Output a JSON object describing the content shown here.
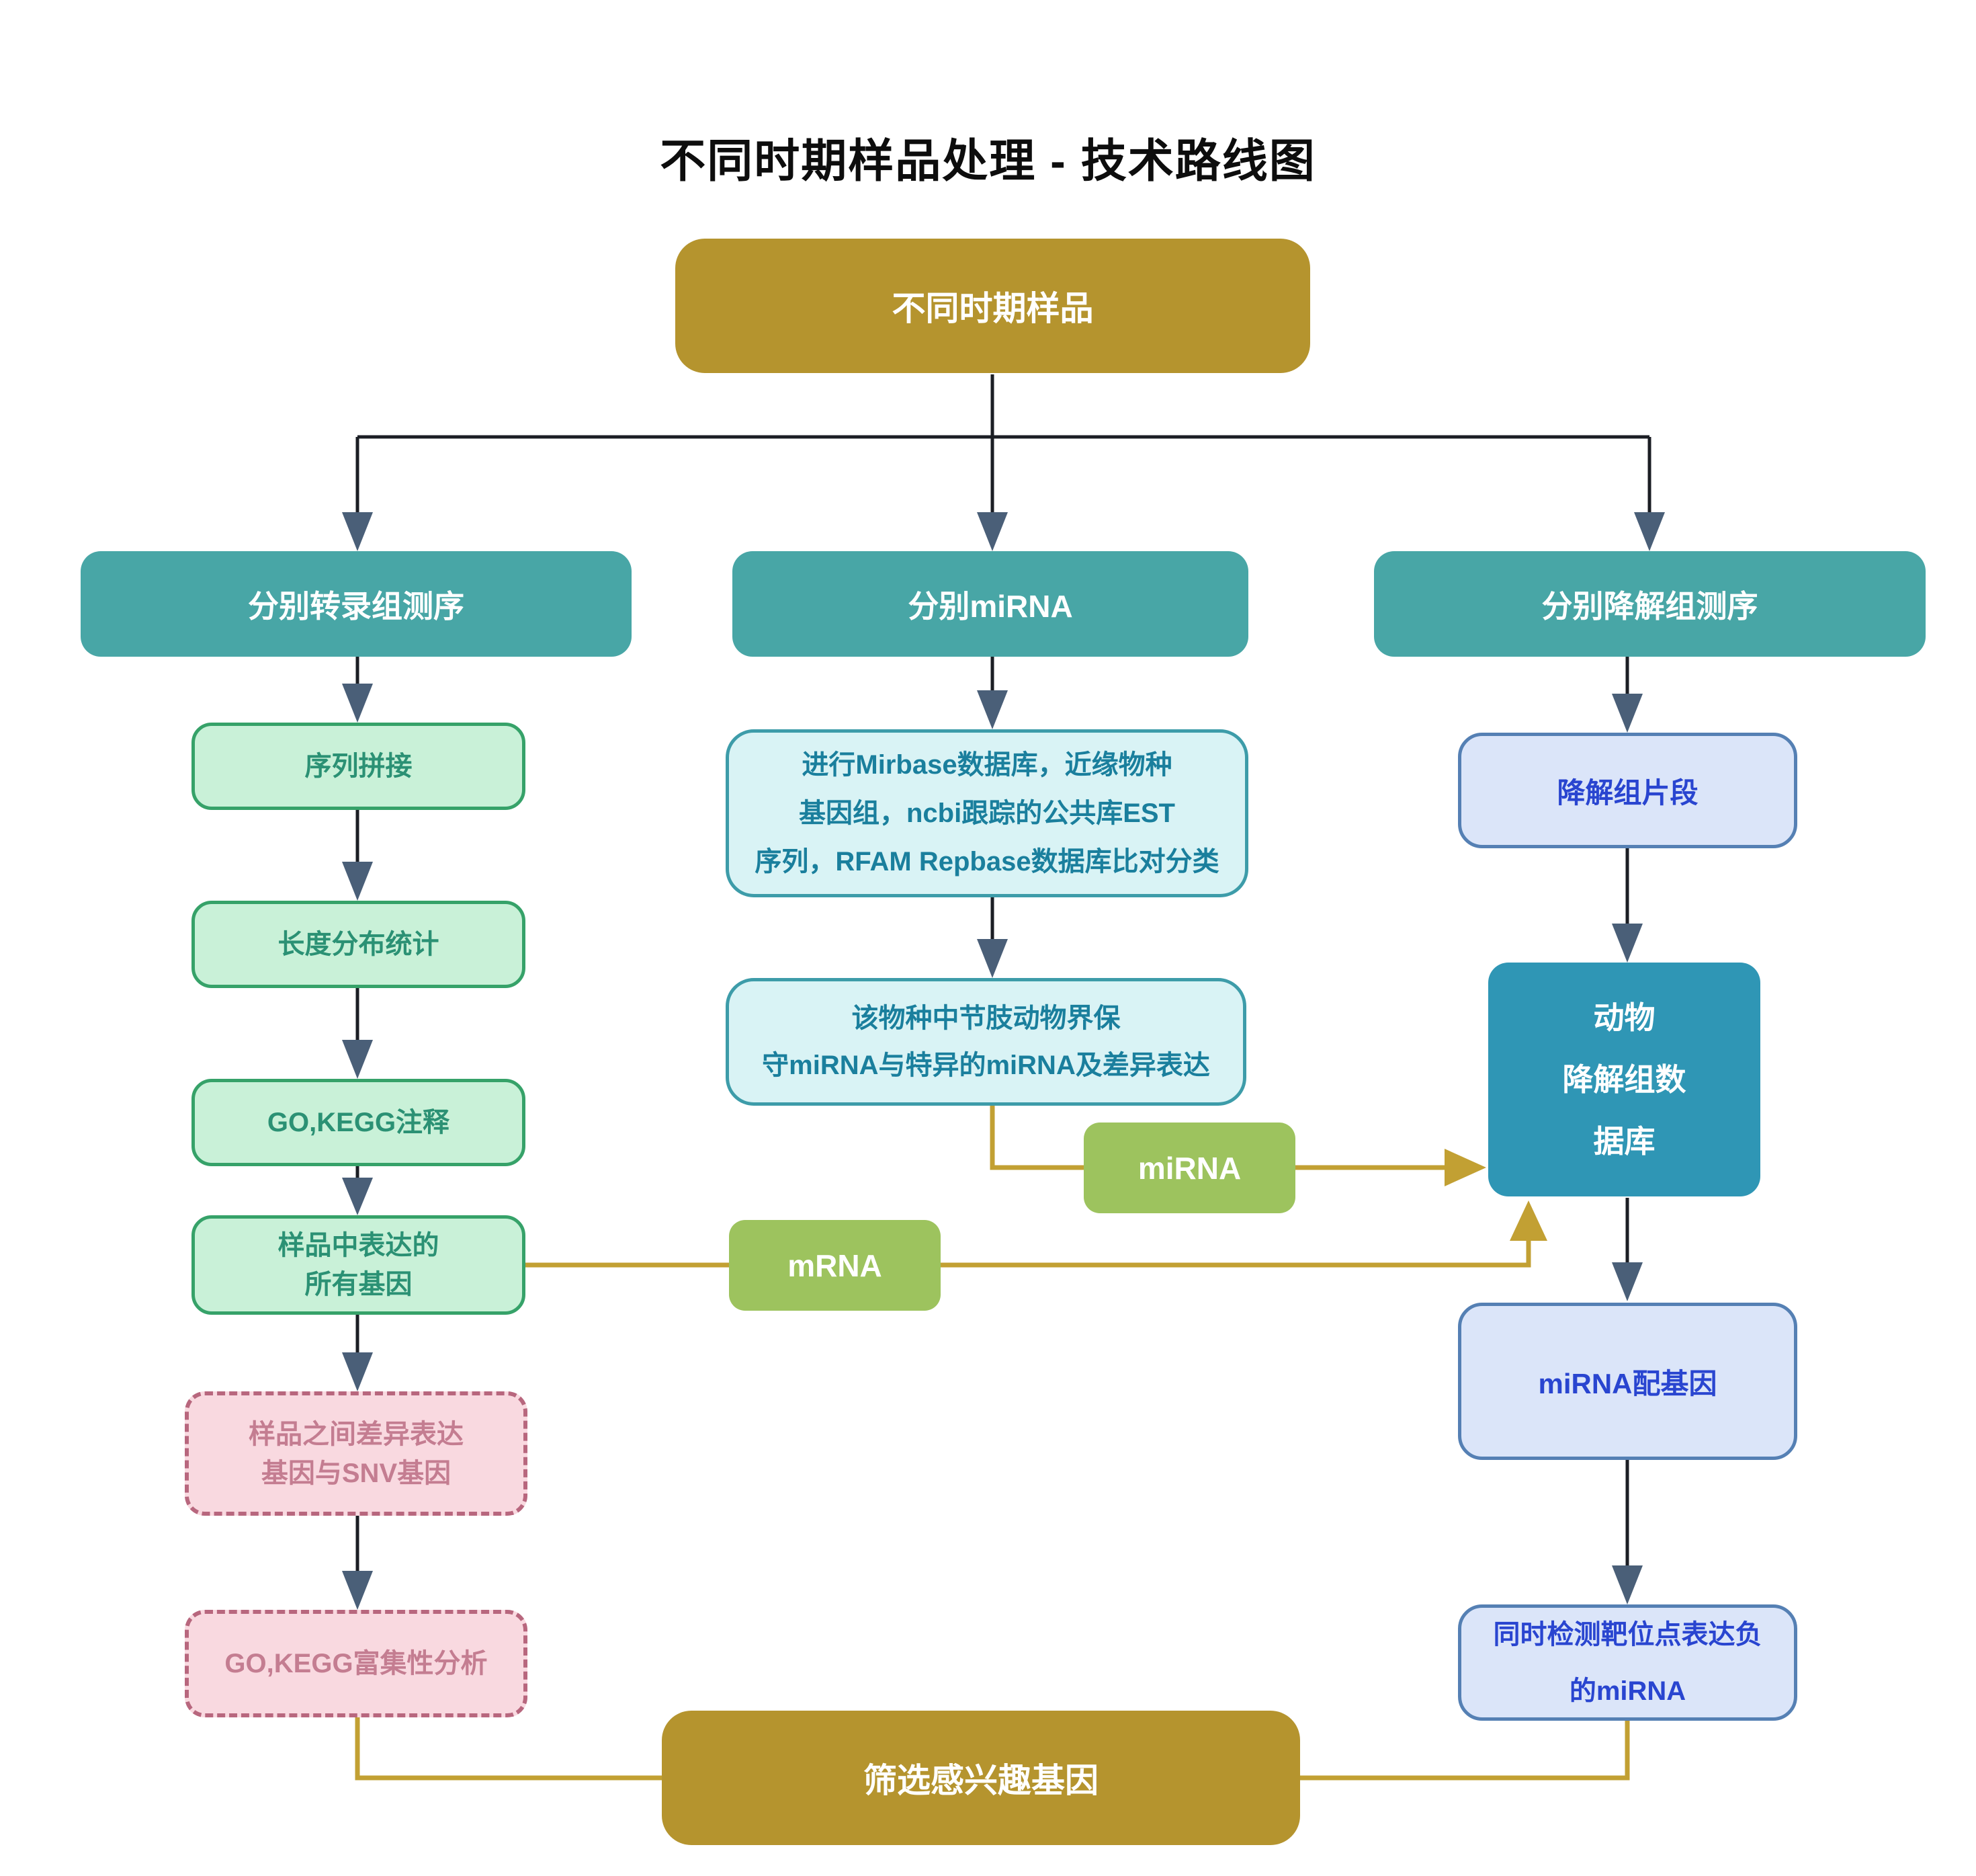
{
  "title": "不同时期样品处理 - 技术路线图",
  "colors": {
    "gold_node": "#b5942e",
    "gold_line": "#c2a033",
    "teal_branch": "#48a6a6",
    "green_fill": "#c9f1d8",
    "green_border": "#36a269",
    "green_text": "#2b9174",
    "pink_fill": "#f9d9e0",
    "pink_border": "#b8677e",
    "cyan_fill": "#d9f3f5",
    "cyan_border": "#3d9ca9",
    "blue_fill": "#dbe5f9",
    "blue_border": "#5580b4",
    "blue_text": "#2945d0",
    "dark_teal_fill": "#2f96b5",
    "tag_green": "#9dc35e",
    "arrow_head": "#4a5f78",
    "dark_line": "#1b1e24"
  },
  "nodes": {
    "source": "不同时期样品",
    "branch_transcriptome": "分别转录组测序",
    "branch_mirna": "分别miRNA",
    "branch_degradome": "分别降解组测序",
    "seq_assembly": "序列拼接",
    "length_distribution": "长度分布统计",
    "go_kegg_annotation": "GO,KEGG注释",
    "expressed_genes": "样品中表达的\n所有基因",
    "diff_expression_snv": "样品之间差异表达\n基因与SNV基因",
    "go_kegg_enrichment": "GO,KEGG富集性分析",
    "mirbase_alignment": "进行Mirbase数据库，近缘物种\n基因组，ncbi跟踪的公共库EST\n序列，RFAM Repbase数据库比对分类",
    "conserved_mirna": "该物种中节肢动物界保\n守miRNA与特异的miRNA及差异表达",
    "degradome_fragments": "降解组片段",
    "animal_degradome_db": "动物\n降解组数\n据库",
    "mirna_target_genes": "miRNA配基因",
    "negative_target_mirna": "同时检测靶位点表达负\n的miRNA",
    "label_mirna": "miRNA",
    "label_mrna": "mRNA",
    "select_genes": "筛选感兴趣基因"
  }
}
